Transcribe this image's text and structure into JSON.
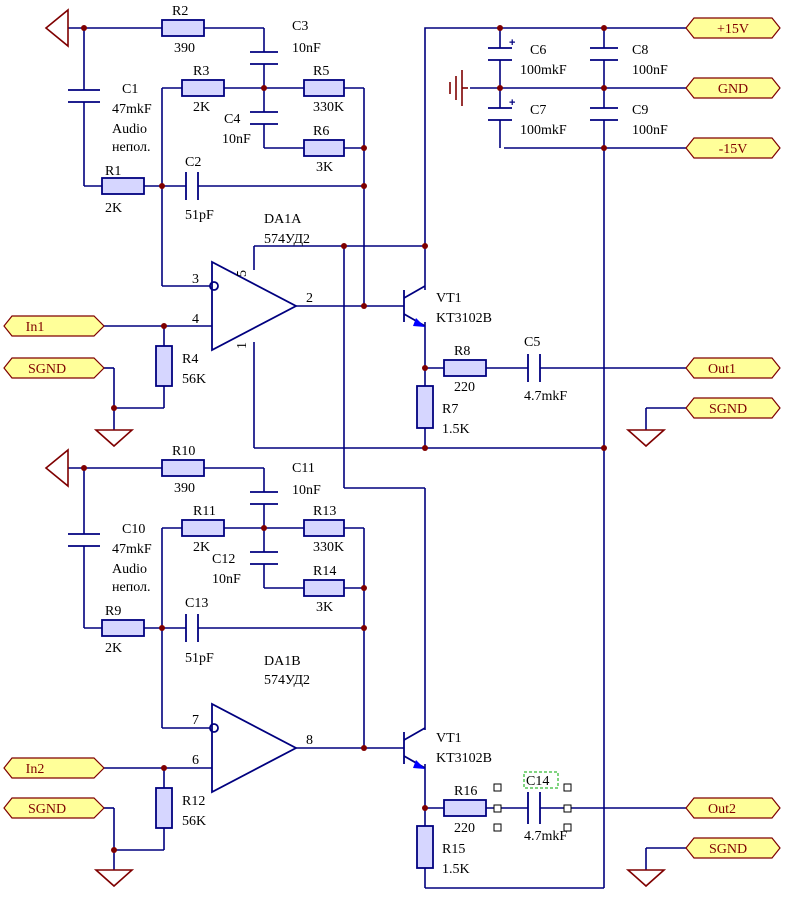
{
  "ports": {
    "p15v": "+15V",
    "gnd": "GND",
    "m15v": "-15V",
    "in1": "In1",
    "sgnd_in1": "SGND",
    "out1": "Out1",
    "sgnd_out1": "SGND",
    "in2": "In2",
    "sgnd_in2": "SGND",
    "out2": "Out2",
    "sgnd_out2": "SGND"
  },
  "labels": {
    "R1": "R1",
    "R1v": "2K",
    "R2": "R2",
    "R2v": "390",
    "R3": "R3",
    "R3v": "2K",
    "R4": "R4",
    "R4v": "56K",
    "R5": "R5",
    "R5v": "330K",
    "R6": "R6",
    "R6v": "3K",
    "R7": "R7",
    "R7v": "1.5K",
    "R8": "R8",
    "R8v": "220",
    "R9": "R9",
    "R9v": "2K",
    "R10": "R10",
    "R10v": "390",
    "R11": "R11",
    "R11v": "2K",
    "R12": "R12",
    "R12v": "56K",
    "R13": "R13",
    "R13v": "330K",
    "R14": "R14",
    "R14v": "3K",
    "R15": "R15",
    "R15v": "1.5K",
    "R16": "R16",
    "R16v": "220",
    "C1": "C1",
    "C1v": "47mkF",
    "C1a": "Audio",
    "C1b": "непол.",
    "C2": "C2",
    "C2v": "51pF",
    "C3": "C3",
    "C3v": "10nF",
    "C4": "C4",
    "C4v": "10nF",
    "C5": "C5",
    "C5v": "4.7mkF",
    "C6": "C6",
    "C6v": "100mkF",
    "C7": "C7",
    "C7v": "100mkF",
    "C8": "C8",
    "C8v": "100nF",
    "C9": "C9",
    "C9v": "100nF",
    "C10": "C10",
    "C10v": "47mkF",
    "C10a": "Audio",
    "C10b": "непол.",
    "C11": "C11",
    "C11v": "10nF",
    "C12": "C12",
    "C12v": "10nF",
    "C13": "C13",
    "C13v": "51pF",
    "C14": "C14",
    "C14v": "4.7mkF",
    "DA1A": "DA1A",
    "DA1Av": "574УД2",
    "DA1B": "DA1B",
    "DA1Bv": "574УД2",
    "VT1a": "VT1",
    "VT1av": "KT3102B",
    "VT1b": "VT1",
    "VT1bv": "KT3102B",
    "pin3": "3",
    "pin4": "4",
    "pin5": "5",
    "pin1": "1",
    "pin2": "2",
    "pin7": "7",
    "pin6": "6",
    "pin8": "8",
    "plus": "+"
  }
}
